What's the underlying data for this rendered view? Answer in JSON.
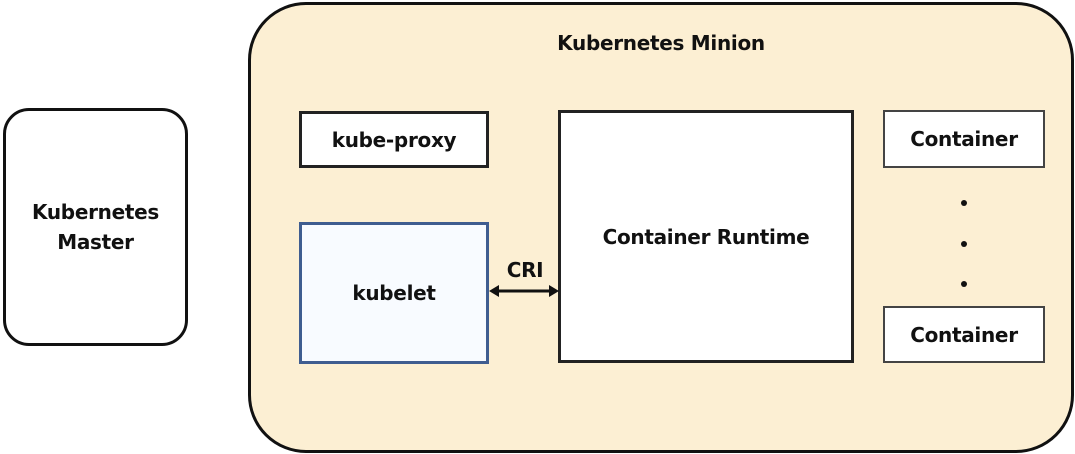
{
  "master": {
    "label": "Kubernetes Master"
  },
  "minion": {
    "title": "Kubernetes Minion",
    "kube_proxy": "kube-proxy",
    "kubelet": "kubelet",
    "interface_label": "CRI",
    "runtime": "Container Runtime",
    "containers": [
      "Container",
      "Container"
    ]
  },
  "colors": {
    "minion_fill": "#fcefd3",
    "kubelet_border": "#3f5d90"
  }
}
